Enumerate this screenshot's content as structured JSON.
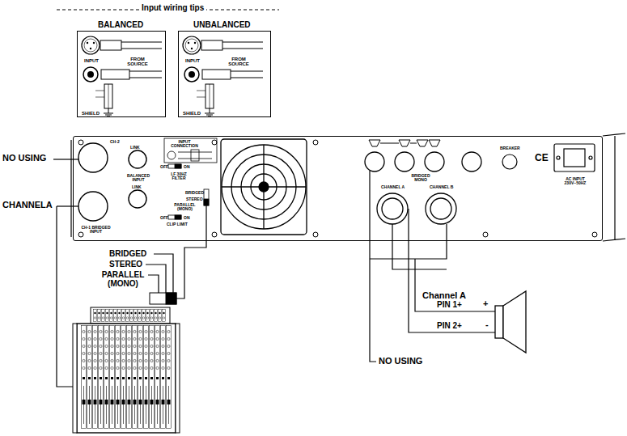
{
  "diagram": {
    "nodes": [
      {
        "text": [
          "BALANCED",
          "INPUT",
          "FROM SOURCE",
          "SHIELD"
        ]
      },
      {
        "text": [
          "UNBALANCED",
          "INPUT",
          "FROM SOURCE",
          "SHIELD"
        ]
      },
      {
        "text": [
          "CH-2",
          "LINK",
          "BALANCED INPUT",
          "LINK",
          "CH-1 BRIDGED INPUT",
          "INPUT CONNECTION",
          "OFF",
          "ON",
          "LF 30HZ FILTER",
          "BRIDGED",
          "STEREO",
          "PARALLEL (MONO)",
          "OFF",
          "ON",
          "CLIP LIMIT",
          "CHANNEL A",
          "CHANNEL B",
          "BRIDGED MONO",
          "BREAKER",
          "CE",
          "AC INPUT 230V~50HZ"
        ]
      }
    ],
    "labels": [
      "Input wiring tips",
      "NO USING",
      "CHANNELA",
      "BRIDGED",
      "STEREO",
      "PARALLEL (MONO)",
      "Channel A",
      "PIN 1+",
      "PIN 2+",
      "+",
      "-",
      "NO USING"
    ]
  }
}
